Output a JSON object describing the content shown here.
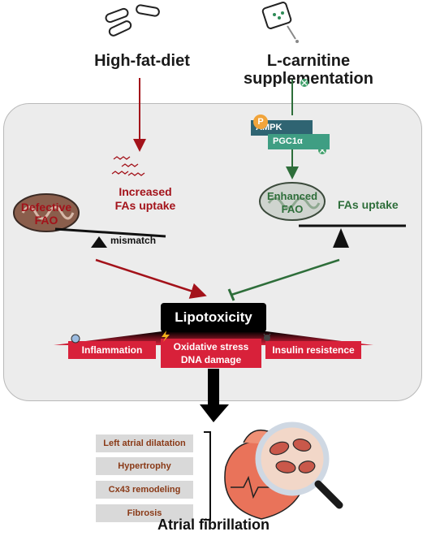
{
  "inputs": {
    "high_fat_diet": "High-fat-diet",
    "l_carnitine_line1": "L-carnitine",
    "l_carnitine_line2": "supplementation"
  },
  "left_side": {
    "defective_line1": "Defective",
    "defective_line2": "FAO",
    "increased_line1": "Increased",
    "increased_line2": "FAs uptake",
    "mismatch": "mismatch"
  },
  "right_side": {
    "p_label": "P",
    "ampk": "AMPK",
    "pgc1a": "PGC1α",
    "enhanced_line1": "Enhanced",
    "enhanced_line2": "FAO",
    "fas_uptake": "FAs uptake"
  },
  "lipotoxicity": "Lipotoxicity",
  "consequences": {
    "inflammation": "Inflammation",
    "oxidative_line1": "Oxidative stress",
    "oxidative_line2": "DNA damage",
    "insulin": "Insulin resistence"
  },
  "outcomes": [
    "Left atrial dilatation",
    "Hypertrophy",
    "Cx43 remodeling",
    "Fibrosis"
  ],
  "final": "Atrial fibrillation",
  "colors": {
    "red_arrow": "#a3121a",
    "green_arrow": "#2e6e3a",
    "cell_background": "#ececec",
    "consequence_red": "#d8213a"
  }
}
